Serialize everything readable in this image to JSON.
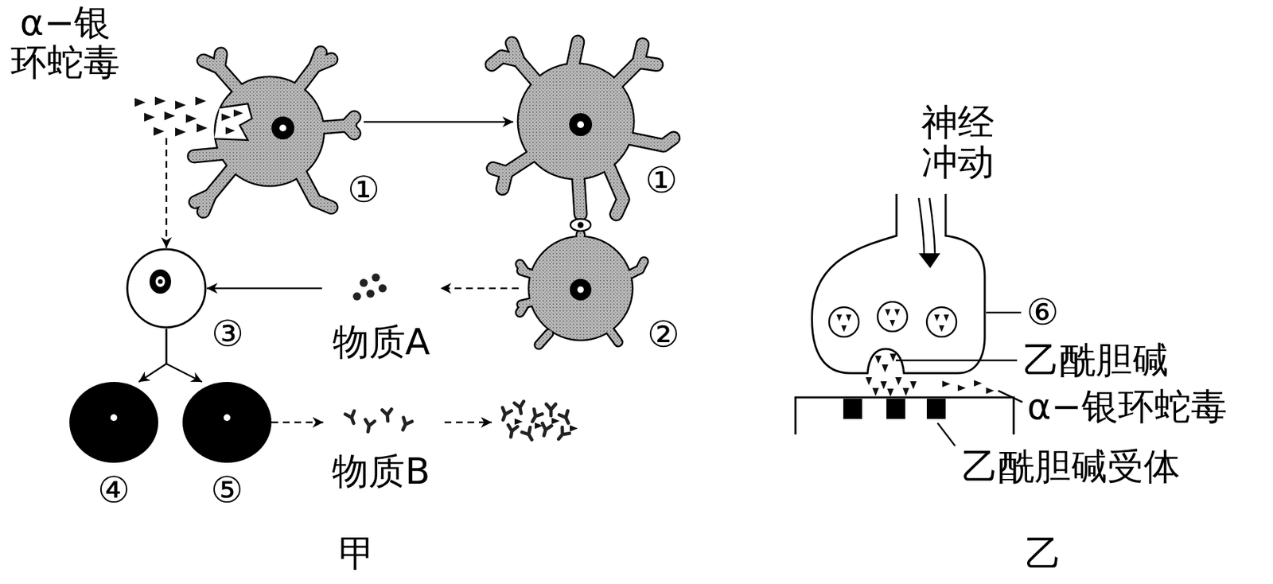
{
  "diagram": {
    "nodes": [
      {
        "text": [
          "α−银 环蛇毒"
        ]
      },
      {
        "text": [
          "①"
        ]
      },
      {
        "text": [
          "①"
        ]
      },
      {
        "text": [
          "②"
        ]
      },
      {
        "text": [
          "③"
        ]
      },
      {
        "text": [
          "物质A"
        ]
      },
      {
        "text": [
          "④"
        ]
      },
      {
        "text": [
          "⑤"
        ]
      },
      {
        "text": [
          "物质B"
        ]
      }
    ],
    "edges": [
      {
        "from": 0,
        "to": 4,
        "arrow": "to"
      },
      {
        "from": 1,
        "to": 2,
        "arrow": "to"
      },
      {
        "from": 2,
        "to": 3,
        "arrow": "none"
      },
      {
        "from": 3,
        "to": 5,
        "arrow": "to"
      },
      {
        "from": 5,
        "to": 4,
        "arrow": "to"
      },
      {
        "from": 4,
        "to": 6,
        "arrow": "to"
      },
      {
        "from": 4,
        "to": 7,
        "arrow": "to"
      },
      {
        "from": 7,
        "to": 8,
        "arrow": "to"
      }
    ],
    "labels": [
      "神经 冲动",
      "⑥",
      "乙酰胆碱",
      "α−银环蛇毒",
      "乙酰胆碱受体",
      "甲",
      "乙"
    ]
  }
}
